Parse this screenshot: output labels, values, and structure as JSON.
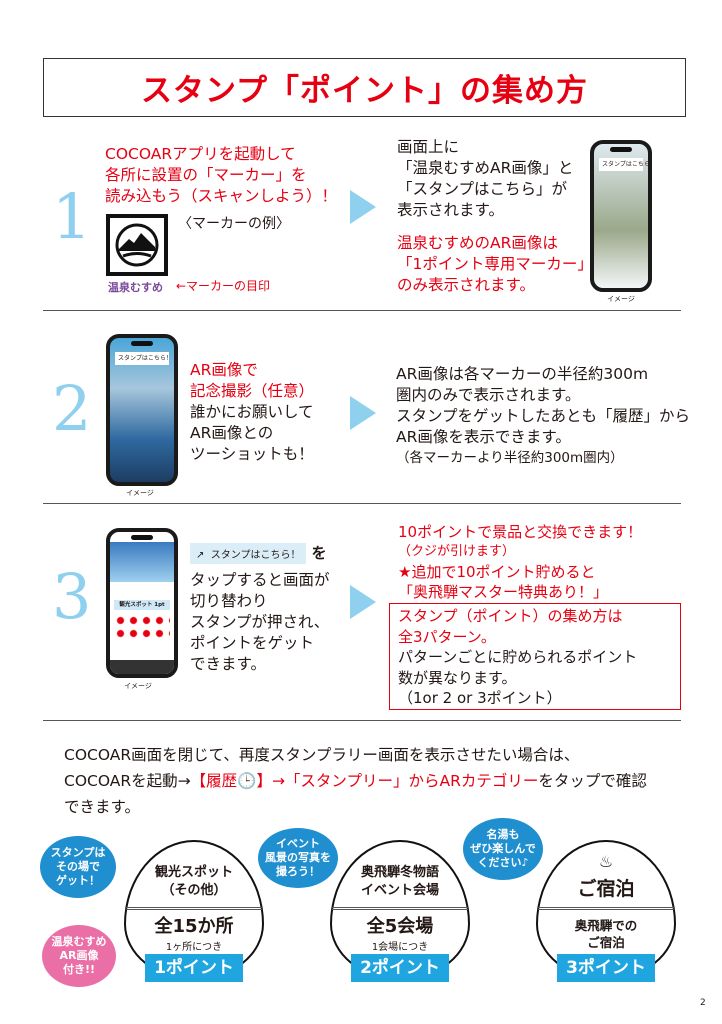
{
  "title": "スタンプ「ポイント」の集め方",
  "steps": [
    {
      "number": "1",
      "left_red": [
        "COCOARアプリを起動して",
        "各所に設置の「マーカー」を",
        "読み込もう（スキャンしよう）！"
      ],
      "marker_example": "〈マーカーの例〉",
      "marker_logo": "温泉むすめ",
      "marker_note": "←マーカーの目印",
      "right_black": [
        "画面上に",
        "「温泉むすめAR画像」と",
        "「スタンプはこちら」が",
        "表示されます。"
      ],
      "right_red": [
        "温泉むすめのAR画像は",
        "「1ポイント専用マーカー」",
        "のみ表示されます。"
      ],
      "phone_bar": "スタンプはこちら！",
      "caption": "イメージ"
    },
    {
      "number": "2",
      "left_red": [
        "AR画像で",
        "記念撮影（任意）"
      ],
      "left_black": [
        "誰かにお願いして",
        "AR画像との",
        "ツーショットも！"
      ],
      "right_black": [
        "AR画像は各マーカーの半径約300m",
        "圏内のみで表示されます。",
        "スタンプをゲットしたあとも「履歴」から",
        "AR画像を表示できます。"
      ],
      "right_note": "（各マーカーより半径約300m圏内）",
      "phone_bar": "スタンプはこちら！",
      "caption": "イメージ"
    },
    {
      "number": "3",
      "chip": "スタンプはこちら！",
      "chip_suffix": "を",
      "left_black": [
        "タップすると画面が",
        "切り替わり",
        "スタンプが押され、",
        "ポイントをゲット",
        "できます。"
      ],
      "right_red": [
        "10ポイントで景品と交換できます！",
        "（クジが引けます）",
        "★追加で10ポイント貯めると",
        "「奥飛騨マスター特典あり！」"
      ],
      "box_red": [
        "スタンプ（ポイント）の集め方は",
        "全3パターン。"
      ],
      "box_black": [
        "パターンごとに貯められるポイント",
        "数が異なります。",
        "（1or 2 or 3ポイント）"
      ],
      "phone_label": "観光スポット 1pt",
      "caption": "イメージ"
    }
  ],
  "note": {
    "line1": "COCOAR画面を閉じて、再度スタンプラリー画面を表示させたい場合は、",
    "line2_a": "COCOARを起動→",
    "line2_red": "【履歴🕒】→「スタンプリー」からARカテゴリー",
    "line2_b": "をタップで確認",
    "line3": "できます。"
  },
  "categories": [
    {
      "top": [
        "観光スポット",
        "（その他）"
      ],
      "main": "全15か所",
      "sub": "1ヶ所につき",
      "points": "1ポイント"
    },
    {
      "top": [
        "奥飛騨冬物語",
        "イベント会場"
      ],
      "main": "全5会場",
      "sub": "1会場につき",
      "points": "2ポイント"
    },
    {
      "icon": "♨",
      "top": [
        "ご宿泊"
      ],
      "main": "奥飛騨での",
      "sub": "ご宿泊",
      "points": "3ポイント"
    }
  ],
  "bubbles": [
    {
      "text": [
        "スタンプは",
        "その場で",
        "ゲット！"
      ],
      "color": "#1f8fd0"
    },
    {
      "text": [
        "温泉むすめ",
        "AR画像",
        "付き!!"
      ],
      "color": "#ea6fa6"
    },
    {
      "text": [
        "イベント",
        "風景の写真を",
        "撮ろう！"
      ],
      "color": "#1f8fd0"
    },
    {
      "text": [
        "名湯も",
        "ぜひ楽しんで",
        "ください♪"
      ],
      "color": "#1f8fd0"
    }
  ],
  "page_number": "2"
}
